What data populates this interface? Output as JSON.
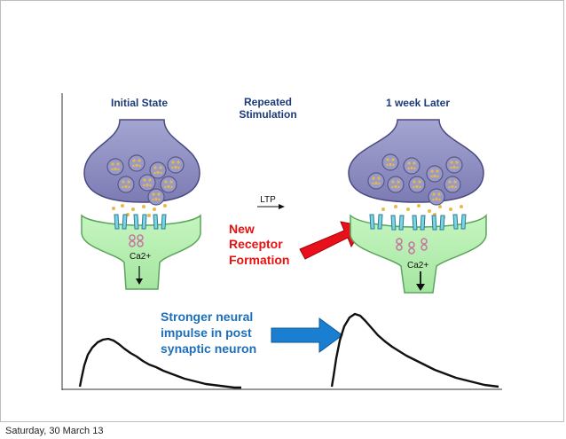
{
  "labels": {
    "initial_state": "Initial State",
    "repeated_line1": "Repeated",
    "repeated_line2": "Stimulation",
    "one_week_later": "1 week Later",
    "ltp": "LTP",
    "new_receptor_line1": "New",
    "new_receptor_line2": "Receptor",
    "new_receptor_line3": "Formation",
    "stronger_line1": "Stronger neural",
    "stronger_line2": "impulse in post",
    "stronger_line3": "synaptic neuron",
    "ca_left": "Ca2+",
    "ca_right": "Ca2+"
  },
  "footer": {
    "date": "Saturday, 30 March 13"
  },
  "colors": {
    "presynaptic": "#8f8fc2",
    "postsynaptic": "#b5efb0",
    "vesicle": "#8b8bba",
    "receptor": "#7fd3e0",
    "red_arrow": "#e8101a",
    "blue_arrow": "#1a7fd0",
    "label_red": "#e81010",
    "label_blue": "#1c6fb8",
    "calcium": "#c47aa0"
  }
}
